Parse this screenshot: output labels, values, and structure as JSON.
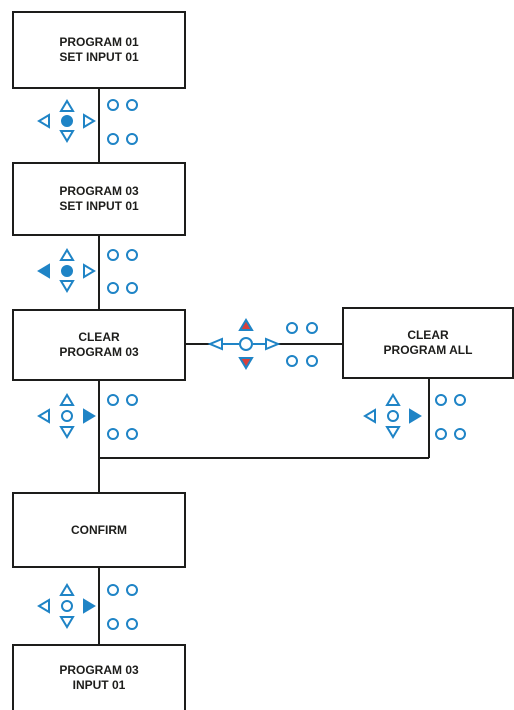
{
  "colors": {
    "line": "#1d1d1b",
    "blue": "#1f84c6",
    "red": "#d9403b",
    "text": "#1d1d1b"
  },
  "steps": [
    {
      "line1": "PROGRAM 01",
      "line2": "SET INPUT 01"
    },
    {
      "line1": "PROGRAM 03",
      "line2": "SET INPUT 01"
    },
    {
      "line1": "CLEAR",
      "line2": "PROGRAM 03"
    },
    {
      "line1": "CLEAR",
      "line2": "PROGRAM ALL"
    },
    {
      "line1": "CONFIRM",
      "line2": ""
    },
    {
      "line1": "PROGRAM 03",
      "line2": "INPUT 01"
    }
  ],
  "keypads": [
    {
      "pressed": "center",
      "up": "outline",
      "down": "outline",
      "left": "outline",
      "right": "outline",
      "center": "filled"
    },
    {
      "pressed": "left",
      "up": "outline",
      "down": "outline",
      "left": "filled",
      "right": "outline",
      "center": "filled"
    },
    {
      "pressed": "up/down",
      "up": "red",
      "down": "red",
      "left": "outline",
      "right": "outline",
      "center": "outline"
    },
    {
      "pressed": "right",
      "up": "outline",
      "down": "outline",
      "left": "outline",
      "right": "filled",
      "center": "outline"
    },
    {
      "pressed": "right",
      "up": "outline",
      "down": "outline",
      "left": "outline",
      "right": "filled",
      "center": "outline"
    },
    {
      "pressed": "right",
      "up": "outline",
      "down": "outline",
      "left": "outline",
      "right": "filled",
      "center": "outline"
    }
  ]
}
